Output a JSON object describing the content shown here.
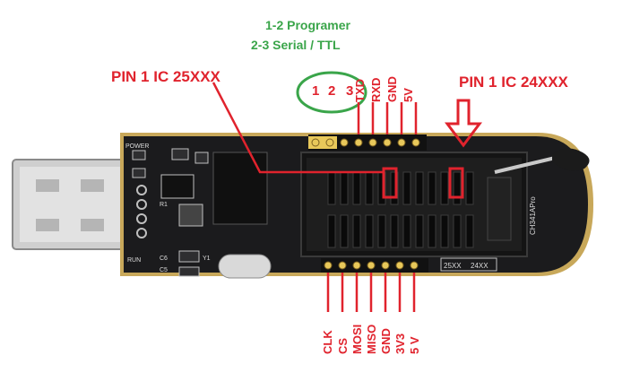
{
  "jumper_note": {
    "line1": "1-2 Programer",
    "line2": "2-3 Serial / TTL"
  },
  "jumper_pins": [
    "1",
    "2",
    "3"
  ],
  "top_header_labels": [
    "TXD",
    "RXD",
    "GND",
    "5V"
  ],
  "bottom_header_labels": [
    "CLK",
    "CS",
    "MOSI",
    "MISO",
    "GND",
    "3V3",
    "5 V"
  ],
  "pin1_25xxx": "PIN 1 IC 25XXX",
  "pin1_24xxx": "PIN 1 IC 24XXX",
  "board": {
    "silk_power": "POWER",
    "silk_run": "RUN",
    "silk_r1": "R1",
    "silk_c6": "C6",
    "silk_c5": "C5",
    "silk_y1": "Y1",
    "silk_chip": "CH341APro",
    "silk_25xx": "25XX",
    "silk_24xx": "24XX"
  },
  "colors": {
    "annotation_red": "#e0232d",
    "annotation_green": "#3aa54a",
    "pcb": "#1b1b1d",
    "pcb_edge": "#c8a85a",
    "pin_gold": "#e8c85a",
    "usb_metal": "#c9c9c9"
  }
}
